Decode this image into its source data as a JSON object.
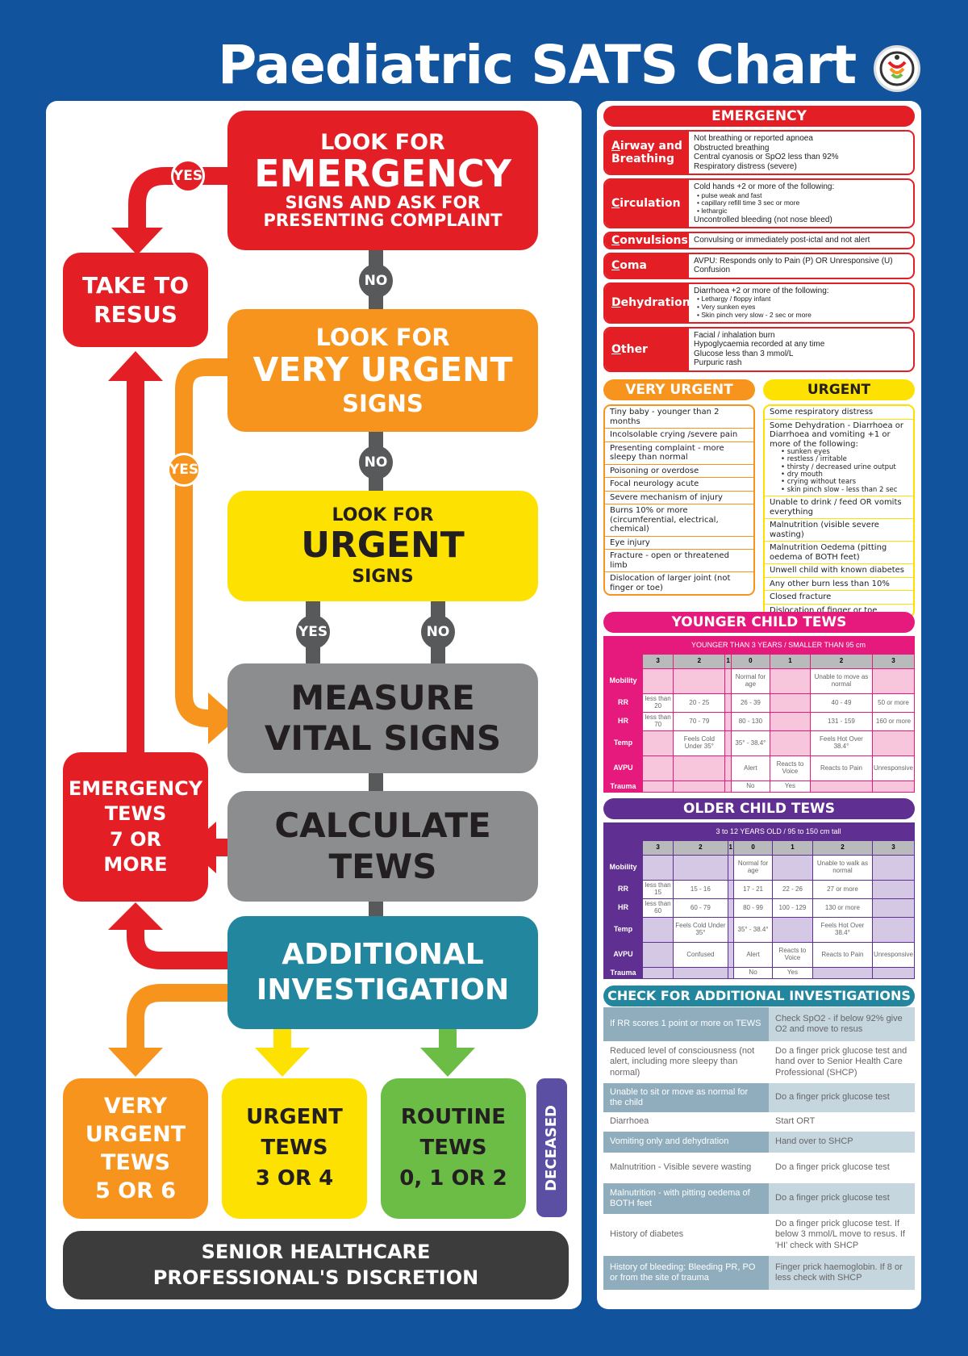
{
  "title": "Paediatric SATS Chart",
  "colors": {
    "background": "#11539c",
    "emergency": "#e31e24",
    "very_urgent": "#f7941d",
    "urgent": "#fde100",
    "routine": "#6cbd45",
    "grey": "#8b8d8f",
    "teal": "#22869e",
    "deceased": "#5a4fa3",
    "younger": "#e6197d",
    "older": "#5f2f91"
  },
  "flow": {
    "emergency": {
      "l1": "LOOK FOR",
      "l2": "EMERGENCY",
      "l3": "SIGNS AND ASK FOR",
      "l4": "PRESENTING COMPLAINT"
    },
    "very_urgent": {
      "l1": "LOOK FOR",
      "l2": "VERY URGENT",
      "l3": "SIGNS"
    },
    "urgent": {
      "l1": "LOOK FOR",
      "l2": "URGENT",
      "l3": "SIGNS"
    },
    "measure": {
      "l1": "MEASURE",
      "l2": "VITAL SIGNS"
    },
    "calculate": {
      "l1": "CALCULATE",
      "l2": "TEWS"
    },
    "additional": {
      "l1": "ADDITIONAL",
      "l2": "INVESTIGATION"
    },
    "resus": {
      "l1": "TAKE TO",
      "l2": "RESUS"
    },
    "emergency_tews": {
      "l1": "EMERGENCY",
      "l2": "TEWS",
      "l3": "7 OR",
      "l4": "MORE"
    },
    "very_urgent_tews": {
      "l1": "VERY",
      "l2": "URGENT",
      "l3": "TEWS",
      "l4": "5 OR 6"
    },
    "urgent_tews": {
      "l1": "URGENT",
      "l2": "TEWS",
      "l3": "3 OR 4"
    },
    "routine_tews": {
      "l1": "ROUTINE",
      "l2": "TEWS",
      "l3": "0, 1 OR 2"
    },
    "deceased": "DECEASED",
    "senior": {
      "l1": "SENIOR HEALTHCARE",
      "l2": "PROFESSIONAL'S DISCRETION"
    },
    "yes": "YES",
    "no": "NO"
  },
  "emergency_panel": {
    "title": "EMERGENCY",
    "rows": [
      {
        "label": "Airway and Breathing",
        "lines": [
          "Not breathing or reported apnoea",
          "Obstructed breathing",
          "Central cyanosis or SpO2 less than 92%",
          "Respiratory distress (severe)"
        ],
        "bullets": []
      },
      {
        "label": "Circulation",
        "lines": [
          "Cold hands +2 or more of the following:"
        ],
        "bullets": [
          "• pulse weak and fast",
          "• capillary refill time 3 sec or more",
          "• lethargic"
        ],
        "after": "Uncontrolled bleeding (not nose bleed)"
      },
      {
        "label": "Convulsions",
        "lines": [
          "Convulsing or immediately post-ictal and not alert"
        ],
        "bullets": []
      },
      {
        "label": "Coma",
        "lines": [
          "AVPU: Responds only to Pain (P) OR Unresponsive (U)",
          "Confusion"
        ],
        "bullets": []
      },
      {
        "label": "Dehydration",
        "lines": [
          "Diarrhoea +2 or more of the following:"
        ],
        "bullets": [
          "• Lethargy / floppy infant",
          "• Very sunken eyes",
          "• Skin pinch very slow - 2 sec or more"
        ]
      },
      {
        "label": "Other",
        "lines": [
          "Facial / inhalation burn",
          "Hypoglycaemia recorded at any time",
          "Glucose less than 3 mmol/L",
          "Purpuric rash"
        ],
        "bullets": []
      }
    ]
  },
  "very_urgent_panel": {
    "title": "VERY URGENT",
    "items": [
      {
        "text": "Tiny baby - younger than 2 months"
      },
      {
        "text": "Incolsolable crying /severe pain"
      },
      {
        "text": "Presenting complaint - more sleepy than normal"
      },
      {
        "text": "Poisoning or overdose"
      },
      {
        "text": "Focal neurology acute"
      },
      {
        "text": "Severe mechanism of injury"
      },
      {
        "text": "Burns 10% or more (circumferential, electrical, chemical)"
      },
      {
        "text": "Eye injury"
      },
      {
        "text": "Fracture - open or threatened limb"
      },
      {
        "text": "Dislocation of larger joint (not finger or toe)"
      }
    ]
  },
  "urgent_panel": {
    "title": "URGENT",
    "items": [
      {
        "text": "Some respiratory distress"
      },
      {
        "text": "Some Dehydration - Diarrhoea or Diarrhoea and vomiting +1 or more of the following:",
        "bullets": [
          "• sunken eyes",
          "• restless / irritable",
          "• thirsty / decreased urine output",
          "• dry mouth",
          "• crying without tears",
          "• skin pinch slow - less than 2 sec"
        ]
      },
      {
        "text": "Unable to drink / feed OR vomits everything"
      },
      {
        "text": "Malnutrition (visible severe wasting)"
      },
      {
        "text": "Malnutrition Oedema (pitting oedema of BOTH feet)"
      },
      {
        "text": "Unwell child with known diabetes"
      },
      {
        "text": "Any other burn less than 10%"
      },
      {
        "text": "Closed fracture"
      },
      {
        "text": "Dislocation of finger or toe"
      }
    ]
  },
  "younger_tews": {
    "title": "YOUNGER CHILD TEWS",
    "subtitle": "YOUNGER THAN 3 YEARS / SMALLER THAN 95 cm",
    "scores": [
      "3",
      "2",
      "1",
      "0",
      "1",
      "2",
      "3"
    ],
    "rows": [
      {
        "label": "Mobility",
        "cells": [
          "",
          "",
          "",
          "Normal for age",
          "",
          "Unable to move as normal",
          ""
        ]
      },
      {
        "label": "RR",
        "cells": [
          "less than 20",
          "20 - 25",
          "",
          "26 - 39",
          "",
          "40 - 49",
          "50 or more"
        ]
      },
      {
        "label": "HR",
        "cells": [
          "less than 70",
          "70 - 79",
          "",
          "80 - 130",
          "",
          "131 - 159",
          "160 or more"
        ]
      },
      {
        "label": "Temp",
        "cells": [
          "",
          "Feels Cold Under 35°",
          "",
          "35° - 38.4°",
          "",
          "Feels Hot Over 38.4°",
          ""
        ]
      },
      {
        "label": "AVPU",
        "cells": [
          "",
          "",
          "",
          "Alert",
          "Reacts to Voice",
          "Reacts to Pain",
          "Unresponsive"
        ]
      },
      {
        "label": "Trauma",
        "cells": [
          "",
          "",
          "",
          "No",
          "Yes",
          "",
          ""
        ]
      }
    ]
  },
  "older_tews": {
    "title": "OLDER CHILD TEWS",
    "subtitle": "3 to 12 YEARS OLD / 95 to 150 cm tall",
    "scores": [
      "3",
      "2",
      "1",
      "0",
      "1",
      "2",
      "3"
    ],
    "rows": [
      {
        "label": "Mobility",
        "cells": [
          "",
          "",
          "",
          "Normal for age",
          "",
          "Unable to walk as normal",
          ""
        ]
      },
      {
        "label": "RR",
        "cells": [
          "less than 15",
          "15 - 16",
          "",
          "17 - 21",
          "22 - 26",
          "27 or more",
          ""
        ]
      },
      {
        "label": "HR",
        "cells": [
          "less than 60",
          "60 - 79",
          "",
          "80 - 99",
          "100 - 129",
          "130 or more",
          ""
        ]
      },
      {
        "label": "Temp",
        "cells": [
          "",
          "Feels Cold Under 35°",
          "",
          "35° - 38.4°",
          "",
          "Feels Hot Over 38.4°",
          ""
        ]
      },
      {
        "label": "AVPU",
        "cells": [
          "",
          "Confused",
          "",
          "Alert",
          "Reacts to Voice",
          "Reacts to Pain",
          "Unresponsive"
        ]
      },
      {
        "label": "Trauma",
        "cells": [
          "",
          "",
          "",
          "No",
          "Yes",
          "",
          ""
        ]
      }
    ]
  },
  "investigations": {
    "title": "CHECK FOR ADDITIONAL INVESTIGATIONS",
    "rows": [
      {
        "if": "If RR scores 1 point or more on TEWS",
        "then": "Check SpO2 - if below 92% give O2 and move to resus"
      },
      {
        "if": "Reduced level of consciousness (not alert, including more sleepy than normal)",
        "then": "Do a finger prick glucose test and hand over to Senior Health Care Professional (SHCP)"
      },
      {
        "if": "Unable to sit or move as normal for the child",
        "then": "Do a finger prick glucose test"
      },
      {
        "if": "Diarrhoea",
        "then": "Start ORT"
      },
      {
        "if": "Vomiting only and dehydration",
        "then": "Hand over to SHCP"
      },
      {
        "if": "Malnutrition - Visible severe wasting",
        "then": "Do a finger prick glucose test"
      },
      {
        "if": "Malnutrition - with pitting oedema of BOTH feet",
        "then": "Do a finger prick glucose test"
      },
      {
        "if": "History of diabetes",
        "then": "Do a finger prick glucose test. If below 3 mmol/L move to resus. If 'HI' check with SHCP"
      },
      {
        "if": "History of bleeding: Bleeding PR, PO or from the site of trauma",
        "then": "Finger prick haemoglobin. If 8 or less check with SHCP"
      }
    ]
  }
}
